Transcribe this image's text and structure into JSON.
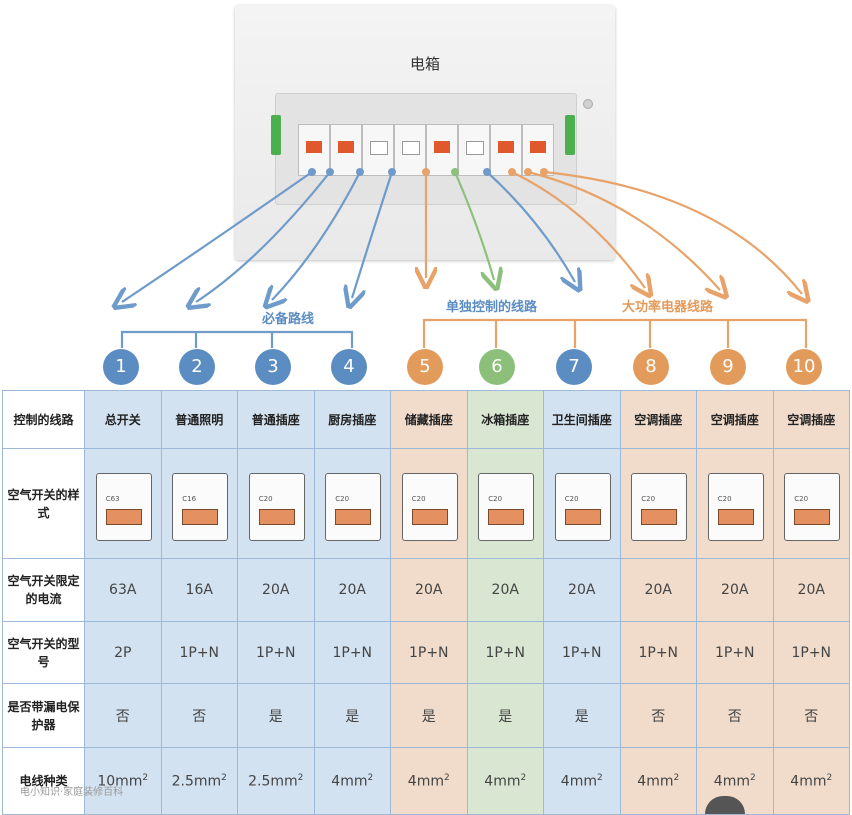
{
  "panel": {
    "title": "电箱"
  },
  "groups": {
    "essential": "必备路线",
    "single": "单独控制的线路",
    "high_power": "大功率电器线路"
  },
  "numbers": [
    "1",
    "2",
    "3",
    "4",
    "5",
    "6",
    "7",
    "8",
    "9",
    "10"
  ],
  "colors": {
    "blue": "#5b8dc3",
    "orange": "#e39b5b",
    "green": "#8bbf7a"
  },
  "table": {
    "row_heads": {
      "route": "控制的线路",
      "style": "空气开关的样式",
      "current": "空气开关限定的电流",
      "model": "空气开关的型号",
      "leak": "是否带漏电保护器",
      "wire": "电线种类"
    },
    "columns": [
      {
        "route": "总开关",
        "current": "63A",
        "model": "2P",
        "leak": "否",
        "wire_num": "10mm",
        "breaker_label": "C63"
      },
      {
        "route": "普通照明",
        "current": "16A",
        "model": "1P+N",
        "leak": "否",
        "wire_num": "2.5mm",
        "breaker_label": "C16"
      },
      {
        "route": "普通插座",
        "current": "20A",
        "model": "1P+N",
        "leak": "是",
        "wire_num": "2.5mm",
        "breaker_label": "C20"
      },
      {
        "route": "厨房插座",
        "current": "20A",
        "model": "1P+N",
        "leak": "是",
        "wire_num": "4mm",
        "breaker_label": "C20"
      },
      {
        "route": "储藏插座",
        "current": "20A",
        "model": "1P+N",
        "leak": "是",
        "wire_num": "4mm",
        "breaker_label": "C20"
      },
      {
        "route": "冰箱插座",
        "current": "20A",
        "model": "1P+N",
        "leak": "是",
        "wire_num": "4mm",
        "breaker_label": "C20"
      },
      {
        "route": "卫生间插座",
        "current": "20A",
        "model": "1P+N",
        "leak": "是",
        "wire_num": "4mm",
        "breaker_label": "C20"
      },
      {
        "route": "空调插座",
        "current": "20A",
        "model": "1P+N",
        "leak": "否",
        "wire_num": "4mm",
        "breaker_label": "C20"
      },
      {
        "route": "空调插座",
        "current": "20A",
        "model": "1P+N",
        "leak": "否",
        "wire_num": "4mm",
        "breaker_label": "C20"
      },
      {
        "route": "空调插座",
        "current": "20A",
        "model": "1P+N",
        "leak": "否",
        "wire_num": "4mm",
        "breaker_label": "C20"
      }
    ],
    "wire_sup": "2"
  },
  "watermark": "电小知识·家庭装修百科"
}
